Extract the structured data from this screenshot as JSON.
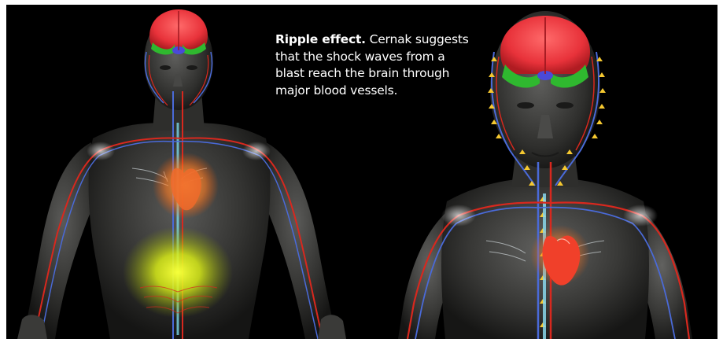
{
  "caption": {
    "lead": "Ripple effect.",
    "body": " Cernak suggests that the shock waves from a blast reach the brain through major blood vessels."
  },
  "figure": {
    "subjects": [
      "left-torso-figure",
      "right-torso-figure"
    ],
    "colors": {
      "background": "#000000",
      "skin": "#3a3a3a",
      "brain_red": "#e8323a",
      "brain_green": "#2fb82f",
      "brain_blue": "#4a4ad8",
      "artery_red": "#d8281e",
      "vein_blue": "#4a6ad8",
      "heart": "#f0402a",
      "glow_yellow": "#e8f21a",
      "shockwave_yellow": "#f5c830"
    }
  }
}
